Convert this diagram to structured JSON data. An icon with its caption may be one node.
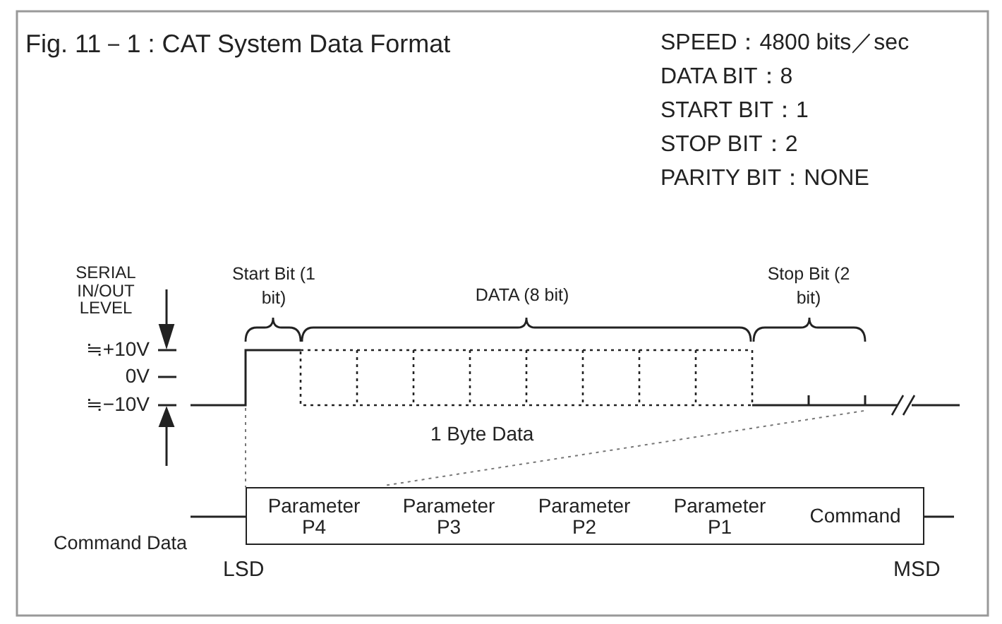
{
  "diagram": {
    "title": "Fig. 11－1 : CAT System Data Format",
    "nodes": [
      {
        "text": [
          "Parameter P4"
        ]
      },
      {
        "text": [
          "Parameter P3"
        ]
      },
      {
        "text": [
          "Parameter P2"
        ]
      },
      {
        "text": [
          "Parameter P1"
        ]
      },
      {
        "text": [
          "Command"
        ]
      }
    ],
    "labels": [
      "SPEED：4800 bits／sec",
      "DATA BIT：8",
      "START BIT：1",
      "STOP BIT：2",
      "PARITY BIT：NONE",
      "SERIAL IN/OUT LEVEL",
      "Start Bit (1 bit)",
      "DATA (8 bit)",
      "Stop Bit (2 bit)",
      "≒+10V",
      "0V",
      "≒−10V",
      "1 Byte Data",
      "Command Data",
      "LSD",
      "MSD"
    ]
  }
}
